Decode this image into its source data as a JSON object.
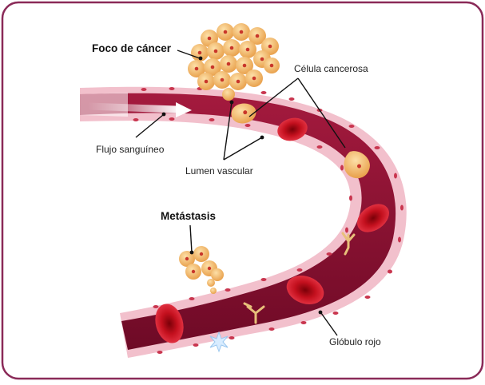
{
  "labels": {
    "cancer_focus": "Foco de cáncer",
    "cancer_cell": "Célula cancerosa",
    "blood_flow": "Flujo sanguíneo",
    "vascular_lumen": "Lumen vascular",
    "metastasis": "Metástasis",
    "red_blood_cell": "Glóbulo rojo"
  },
  "colors": {
    "frame_border": "#8a2a58",
    "vessel_wall": "#f1b9c6",
    "vessel_lumen": "#8e1032",
    "vessel_lumen_dark": "#5c0820",
    "red_cell": "#c4101e",
    "cancer_cell": "#f2b86a",
    "cancer_nucleus": "#c9362a",
    "platelet": "#e8c07a",
    "white_cell": "#d8ecff",
    "leader_line": "#111111"
  },
  "icons": {
    "flow_arrow": "arrow-right-icon",
    "antibody": "y-shaped-antibody-icon",
    "white_blood_cell": "star-cell-icon"
  }
}
